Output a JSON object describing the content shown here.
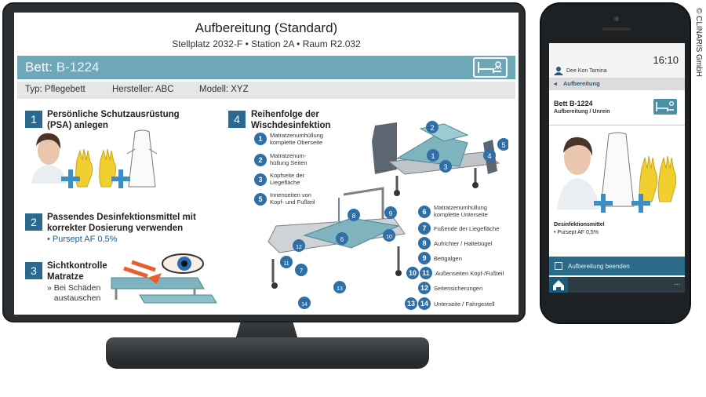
{
  "monitor": {
    "title": "Aufbereitung (Standard)",
    "subtitle": "Stellplatz 2032-F • Station 2A • Raum R2.032",
    "bed_label": "Bett: ",
    "bed_id": "B-1224",
    "type": "Typ: Pflegebett",
    "manufacturer": "Hersteller: ABC",
    "model": "Modell: XYZ",
    "steps": [
      {
        "num": "1",
        "title": "Persönliche Schutzausrüstung\n(PSA) anlegen"
      },
      {
        "num": "2",
        "title": "Passendes Desinfektionsmittel mit\nkorrekter Dosierung verwenden",
        "note": "• Pursept AF 0,5%"
      },
      {
        "num": "3",
        "title": "Sichtkontrolle\nMatratze",
        "note": "» Bei Schäden\n   austauschen"
      },
      {
        "num": "4",
        "title": "Reihenfolge der\nWischdesinfektion"
      }
    ],
    "disinfection_steps": [
      {
        "n": "1",
        "text": "Matratzenumhüllung\nkomplette Oberseite"
      },
      {
        "n": "2",
        "text": "Matratzenum-\nhüllung Seiten"
      },
      {
        "n": "3",
        "text": "Kopfseite der\nLiegefläche"
      },
      {
        "n": "5",
        "text": "Innenseiten von\nKopf- und Fußteil"
      },
      {
        "n": "6",
        "text": "Matratzenumhüllung\nkomplette Unterseite"
      },
      {
        "n": "7",
        "text": "Fußende der Liegefläche"
      },
      {
        "n": "8",
        "text": "Aufrichter / Haltebügel"
      },
      {
        "n": "9",
        "text": "Bettgalgen"
      },
      {
        "n": "10",
        "n2": "11",
        "text": "Außenseiten Kopf-/Fußteil"
      },
      {
        "n": "12",
        "text": "Seitensicherungen"
      },
      {
        "n": "13",
        "n2": "14",
        "text": "Unterseite / Fahrgestell"
      }
    ]
  },
  "phone": {
    "time": "16:10",
    "user": "Dee Kon Tamina",
    "breadcrumb": "Aufbereitung",
    "bed": "Bett B-1224",
    "status": "Aufbereitung / Unrein",
    "des_title": "Desinfektionsmittel",
    "des_value": "• Pursept AF 0,5%",
    "finish_button": "Aufbereitung beenden",
    "more": "..."
  },
  "copyright": "© CLINARIS GmbH",
  "colors": {
    "accent": "#6da7b8",
    "step_blue": "#2a6a92",
    "badge_blue": "#2f6fa6",
    "mattress": "#7fb3bd"
  },
  "icons": [
    "bed-shower-icon",
    "user-icon",
    "home-icon",
    "back-arrow-icon",
    "checkbox-icon",
    "eye-icon",
    "plus-icon"
  ]
}
